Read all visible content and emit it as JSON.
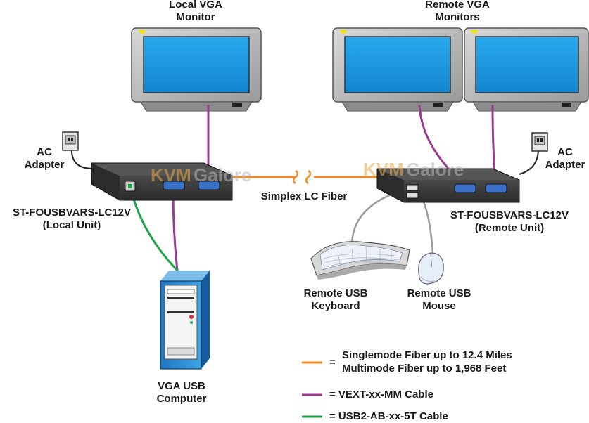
{
  "labels": {
    "local_monitor": [
      "Local VGA",
      "Monitor"
    ],
    "remote_monitors": [
      "Remote VGA",
      "Monitors"
    ],
    "ac_left": [
      "AC",
      "Adapter"
    ],
    "ac_right": [
      "AC",
      "Adapter"
    ],
    "local_unit": [
      "ST-FOUSBVARS-LC12V",
      "(Local Unit)"
    ],
    "remote_unit": [
      "ST-FOUSBVARS-LC12V",
      "(Remote Unit)"
    ],
    "fiber": "Simplex LC Fiber",
    "keyboard": [
      "Remote USB",
      "Keyboard"
    ],
    "mouse": [
      "Remote USB",
      "Mouse"
    ],
    "computer": [
      "VGA USB",
      "Computer"
    ]
  },
  "watermark": {
    "part1": "KVM",
    "part2": "Galore"
  },
  "legend": [
    {
      "color": "#f08a24",
      "lines": [
        "Singlemode Fiber up to 12.4 Miles",
        "Multimode Fiber up to 1,968 Feet"
      ]
    },
    {
      "color": "#9a3b8f",
      "lines": [
        "= VEXT-xx-MM Cable"
      ]
    },
    {
      "color": "#1fa24a",
      "lines": [
        "= USB2-AB-xx-5T Cable"
      ]
    }
  ],
  "legend_equals": "=",
  "colors": {
    "fiber": "#f08a24",
    "vga": "#9a3b8f",
    "usb": "#1fa24a",
    "screen": "#1e9ee6"
  }
}
